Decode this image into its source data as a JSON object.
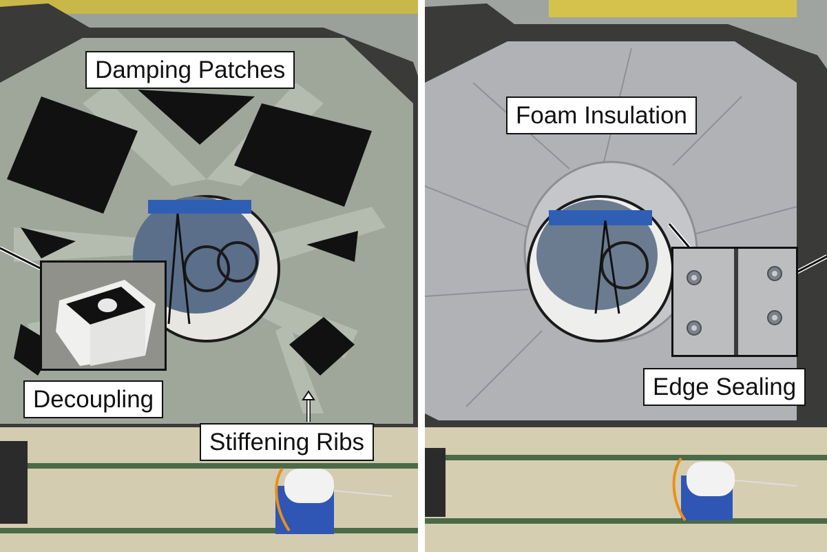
{
  "left_panel": {
    "labels": {
      "damping_patches": "Damping Patches",
      "decoupling": "Decoupling",
      "stiffening_ribs": "Stiffening Ribs"
    }
  },
  "right_panel": {
    "labels": {
      "foam_insulation": "Foam Insulation",
      "edge_sealing": "Edge Sealing"
    }
  }
}
